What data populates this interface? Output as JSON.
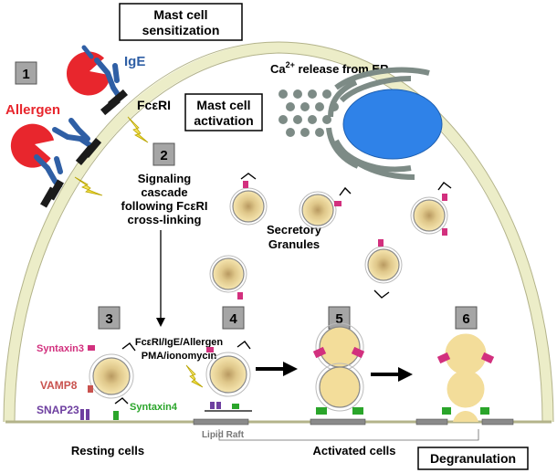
{
  "title_box": {
    "line1": "Mast cell",
    "line2": "sensitization"
  },
  "activation_box": {
    "line1": "Mast cell",
    "line2": "activation"
  },
  "degranulation_box": "Degranulation",
  "labels": {
    "allergen": "Allergen",
    "ige": "IgE",
    "fceri": "FcεRI",
    "ca_release": {
      "prefix": "Ca",
      "superscript": "2+",
      "suffix": " release from ER"
    },
    "signaling": [
      "Signaling",
      "cascade",
      "following FcεRI",
      "cross-linking"
    ],
    "secretory": [
      "Secretory",
      "Granules"
    ],
    "stimulus": [
      "FcεRI/IgE/Allergen",
      "PMA/ionomycin"
    ],
    "syntaxin3": "Syntaxin3",
    "vamp8": "VAMP8",
    "snap23": "SNAP23",
    "syntaxin4": "Syntaxin4",
    "lipid_raft": "Lipid Raft",
    "resting_cells": "Resting cells",
    "activated_cells": "Activated cells"
  },
  "steps": [
    "1",
    "2",
    "3",
    "4",
    "5",
    "6"
  ],
  "colors": {
    "cell_membrane": "#ecedc8",
    "allergen_red": "#e8262d",
    "ige_blue": "#2f5fa5",
    "receptor_dark": "#1b1b1b",
    "er_blue": "#2f82e8",
    "er_gray": "#7d8b86",
    "granule_fill": "#f3dd9a",
    "syntaxin3_color": "#d2307e",
    "vamp8_color": "#c9524e",
    "snap23_color": "#6e3fa0",
    "syntaxin4_color": "#2aa52a",
    "raft_gray": "#8a8a8a",
    "bolt_yellow": "#f4e21f"
  }
}
